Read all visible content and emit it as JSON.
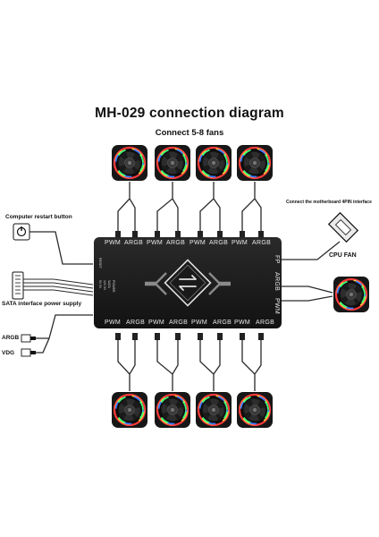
{
  "title": "MH-029 connection diagram",
  "subtitle": "Connect 5-8 fans",
  "labels": {
    "computer_restart": "Computer restart button",
    "sata": "SATA interface power supply",
    "argb": "ARGB",
    "vdg": "VDG",
    "mobo": "Connect the motherboard 4PIN interface",
    "cpu_fan": "CPU FAN"
  },
  "hub": {
    "top_ports": [
      "PWM",
      "ARGB",
      "PWM",
      "ARGB",
      "PWM",
      "ARGB",
      "PWM",
      "ARGB"
    ],
    "bottom_ports": [
      "PWM",
      "ARGB",
      "PWM",
      "ARGB",
      "PWM",
      "ARGB",
      "PWM",
      "ARGB"
    ],
    "right_ports": [
      "FP",
      "ARGB",
      "PWM"
    ],
    "left_small": [
      "RESET",
      "5V IN",
      "12V IN",
      "SATA",
      "POWER"
    ]
  },
  "colors": {
    "hub": "#1c1c1c",
    "hub_accent": "#9a9a9a",
    "cable": "#2a2a2a",
    "fan_frame": "#161616"
  }
}
